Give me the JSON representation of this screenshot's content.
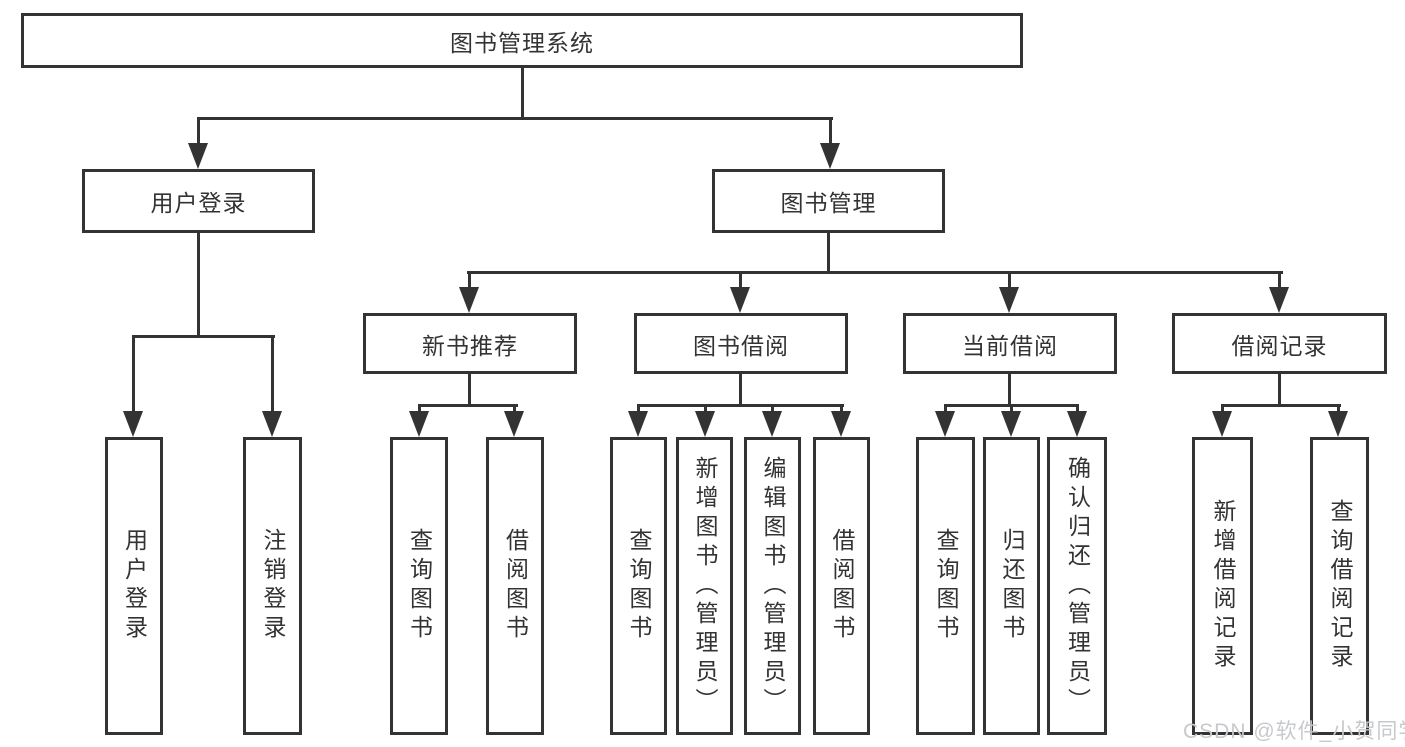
{
  "diagram": {
    "type": "hierarchy-tree",
    "root": {
      "label": "图书管理系统"
    },
    "branches": [
      {
        "label": "用户登录",
        "children": [
          {
            "label": "用户登录"
          },
          {
            "label": "注销登录"
          }
        ]
      },
      {
        "label": "图书管理",
        "children": [
          {
            "label": "新书推荐",
            "children": [
              {
                "label": "查询图书"
              },
              {
                "label": "借阅图书"
              }
            ]
          },
          {
            "label": "图书借阅",
            "children": [
              {
                "label": "查询图书"
              },
              {
                "label": "新增图书（管理员）"
              },
              {
                "label": "编辑图书（管理员）"
              },
              {
                "label": "借阅图书"
              }
            ]
          },
          {
            "label": "当前借阅",
            "children": [
              {
                "label": "查询图书"
              },
              {
                "label": "归还图书"
              },
              {
                "label": "确认归还（管理员）"
              }
            ]
          },
          {
            "label": "借阅记录",
            "children": [
              {
                "label": "新增借阅记录"
              },
              {
                "label": "查询借阅记录"
              }
            ]
          }
        ]
      }
    ]
  },
  "watermark": {
    "text": "CSDN @软件_小贺同学"
  },
  "colors": {
    "line": "#333333",
    "box_border": "#333333",
    "text": "#333333",
    "background": "#ffffff",
    "watermark": "#c7c9cc"
  }
}
